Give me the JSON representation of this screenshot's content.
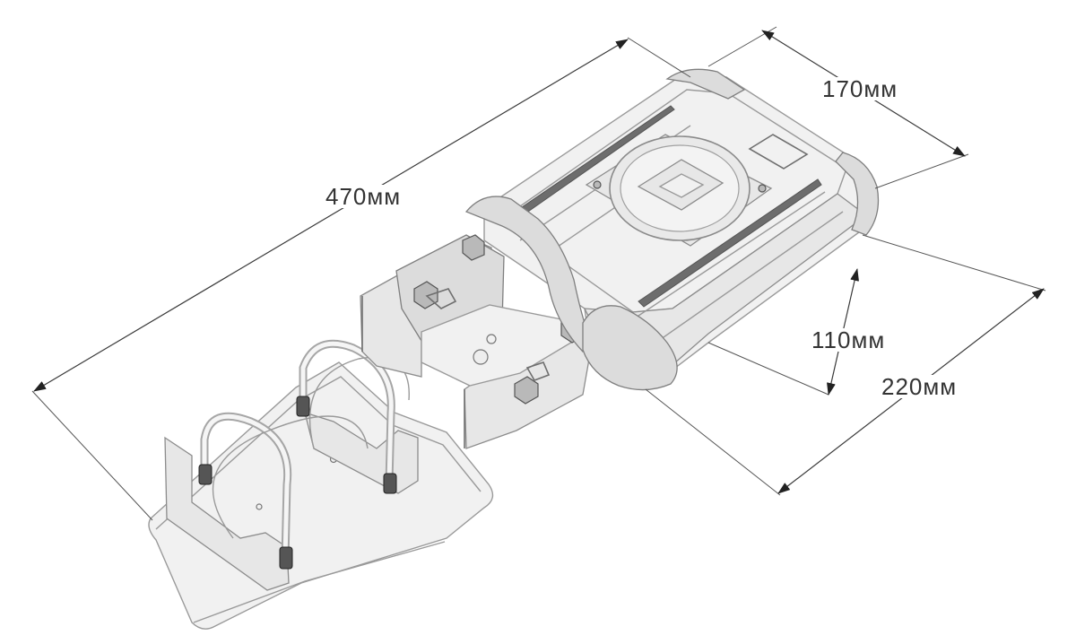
{
  "figure": {
    "subject": "luminaire-with-mounting-bracket",
    "dimensions": {
      "length": "470мм",
      "width": "170мм",
      "height": "110мм",
      "depth": "220мм"
    },
    "colors": {
      "line": "#3a3a3a",
      "body_fill": "#f1f1f1",
      "body_edge": "#9a9a9a",
      "text": "#333333"
    }
  }
}
